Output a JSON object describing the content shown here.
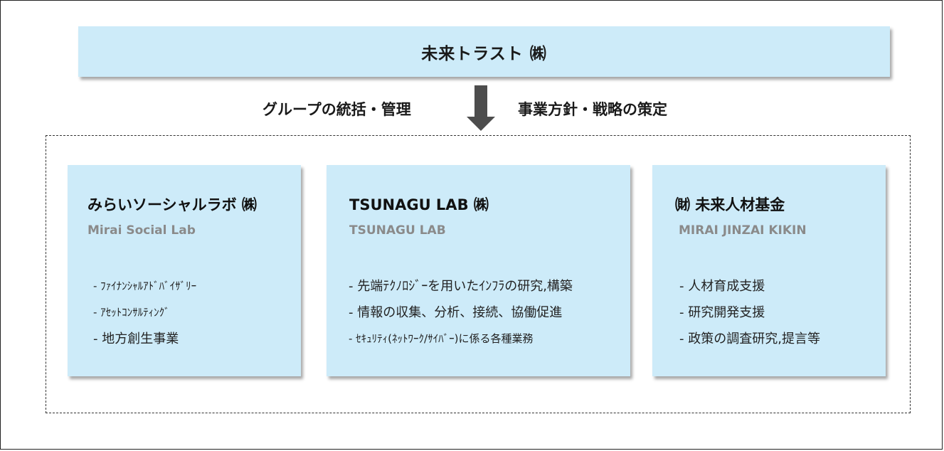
{
  "parent": {
    "name": "未来トラスト ㈱"
  },
  "labels": {
    "left": "グループの統括・管理",
    "right": "事業方針・戦略の策定"
  },
  "companies": [
    {
      "name": "みらいソーシャルラボ ㈱",
      "name_en": "Mirai Social Lab",
      "items": [
        "- ﾌｧｲﾅﾝｼｬﾙｱﾄﾞﾊﾞｲｻﾞﾘｰ",
        "- ｱｾｯﾄｺﾝｻﾙﾃｨﾝｸﾞ",
        "- 地方創生事業"
      ]
    },
    {
      "name": "TSUNAGU LAB ㈱",
      "name_en": "TSUNAGU LAB",
      "items": [
        "- 先端ﾃｸﾉﾛｼﾞｰを用いたｲﾝﾌﾗの研究,構築",
        "- 情報の収集、分析、接続、協働促進",
        "- ｾｷｭﾘﾃｨ(ﾈｯﾄﾜｰｸ/ｻｲﾊﾞｰ)に係る各種業務"
      ]
    },
    {
      "name": "㈶ 未来人材基金",
      "name_en": "MIRAI JINZAI KIKIN",
      "items": [
        "- 人材育成支援",
        "- 研究開発支援",
        "- 政策の調査研究,提言等"
      ]
    }
  ],
  "colors": {
    "box_fill": "#cdebf9",
    "arrow": "#4d4d4d",
    "subtitle_gray": "#8a8a8a"
  }
}
